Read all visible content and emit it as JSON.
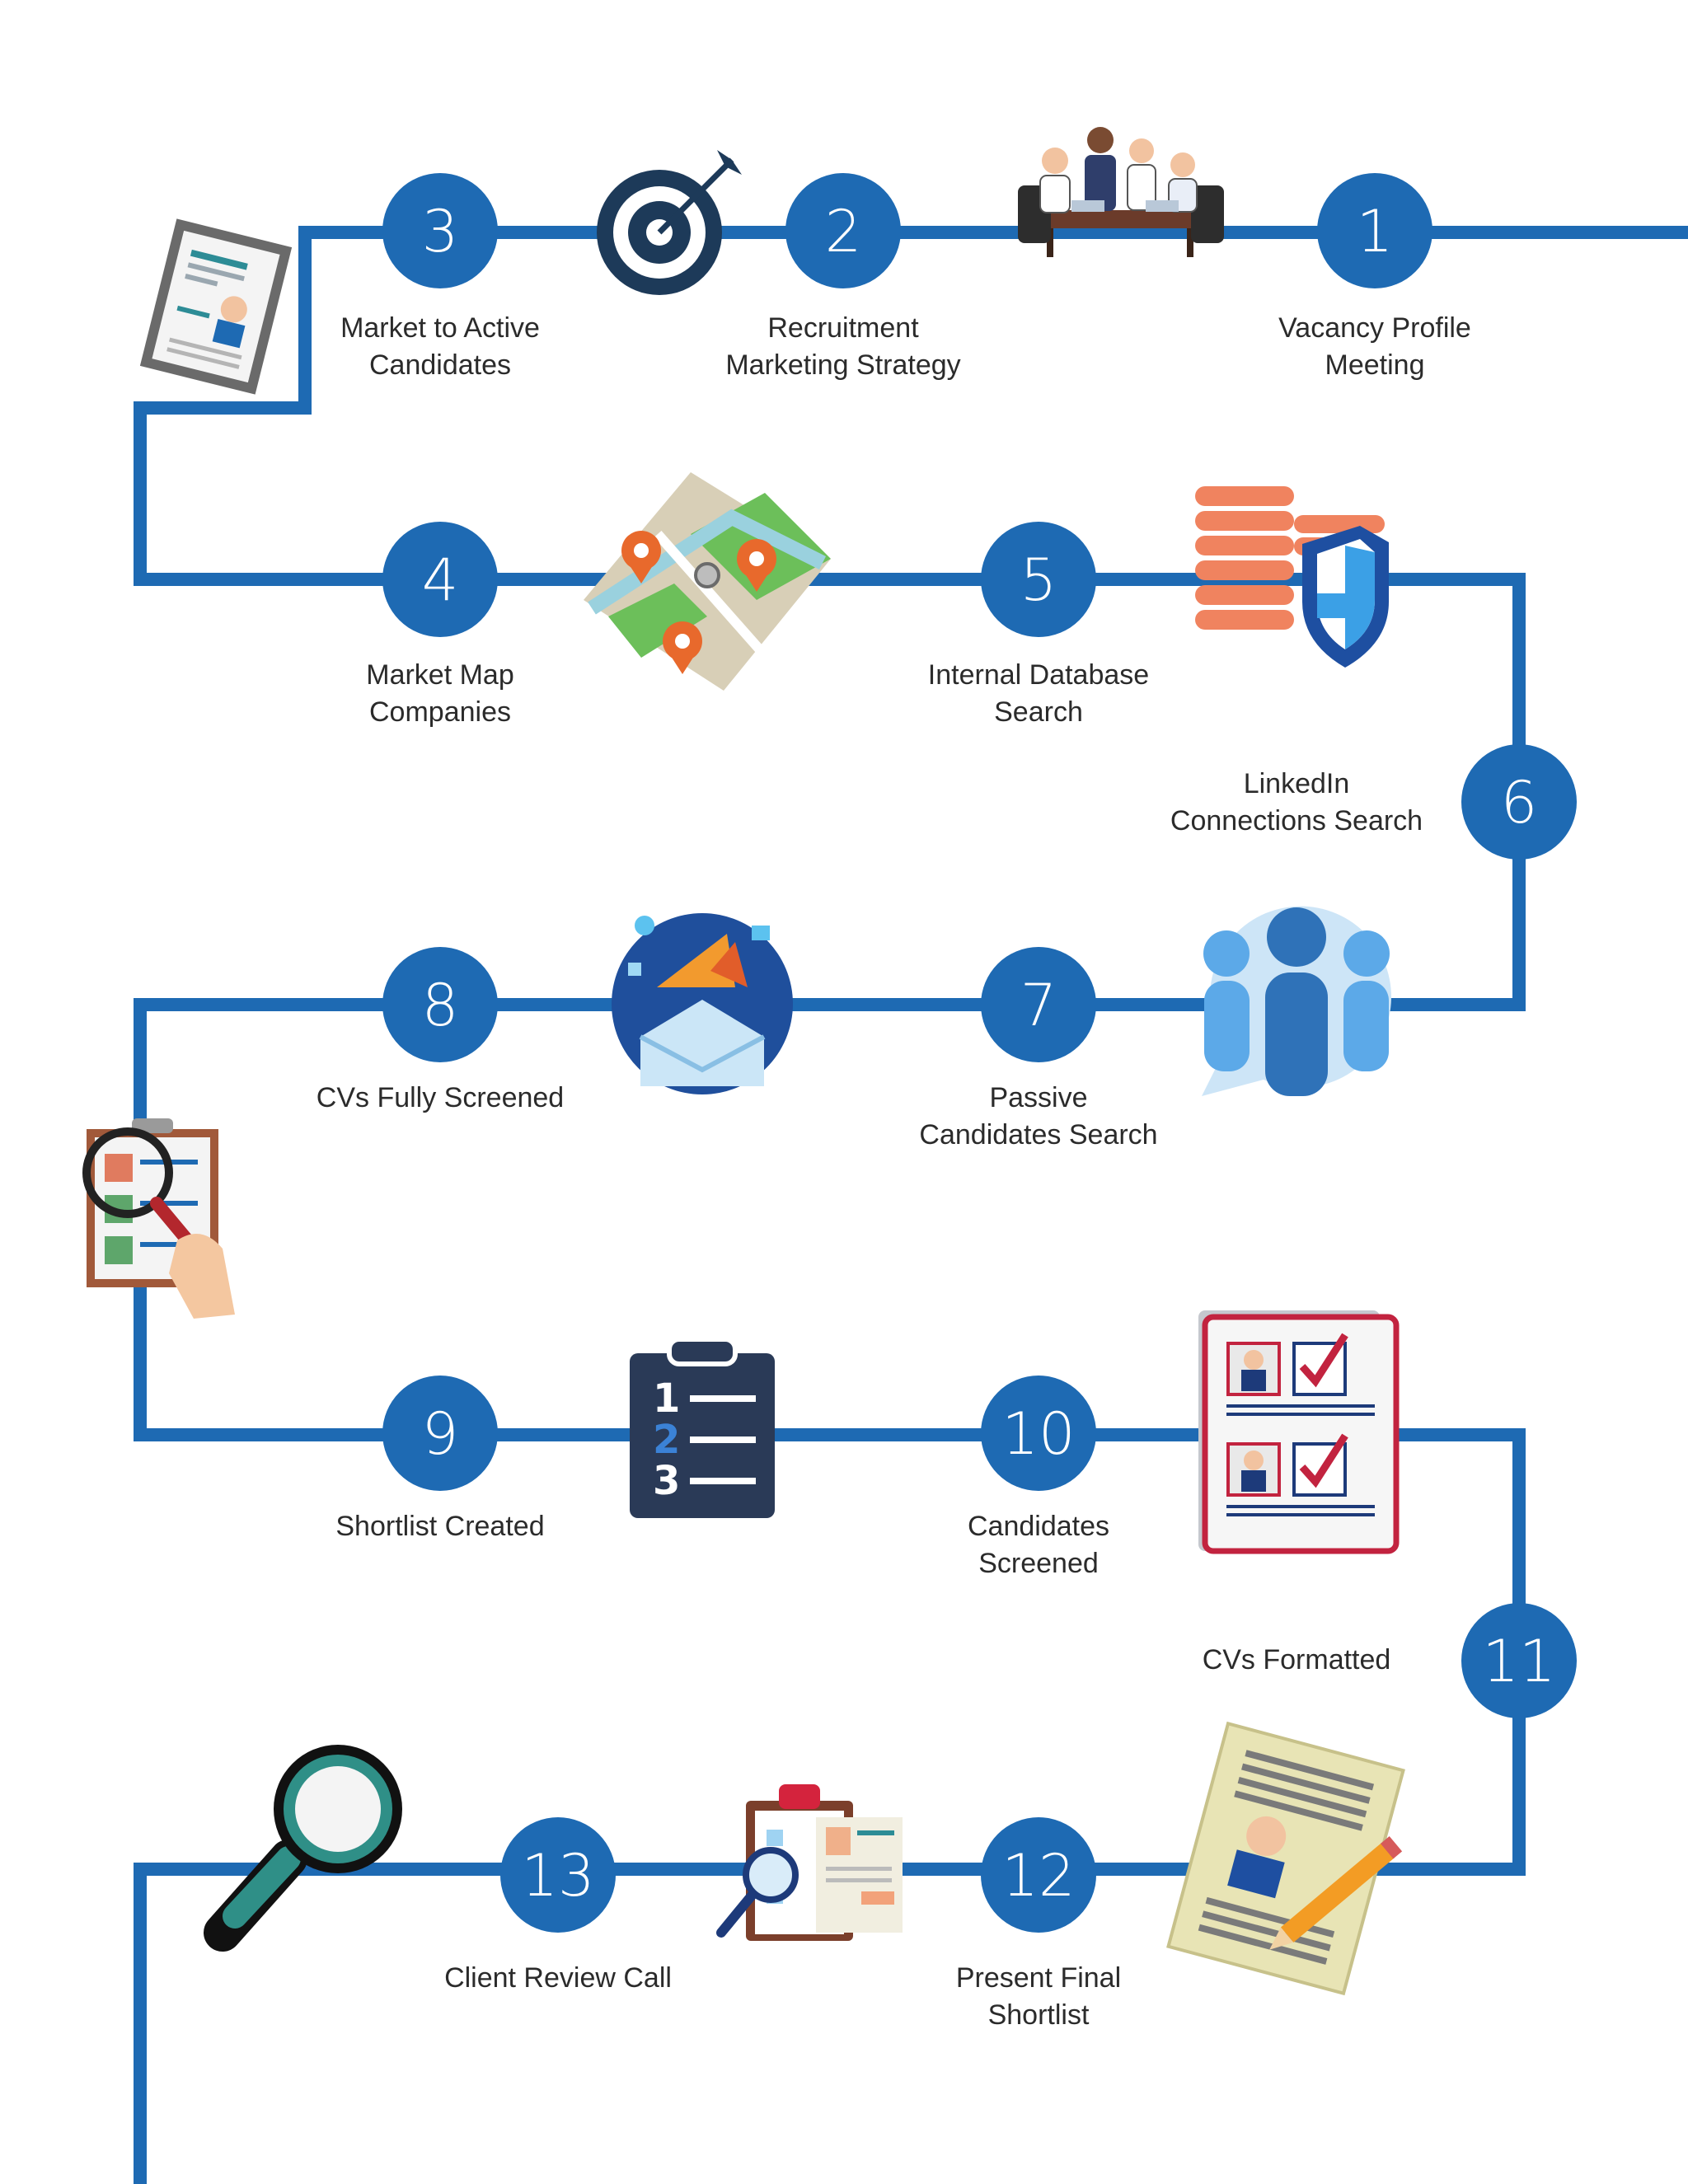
{
  "steps": [
    {
      "num": "1",
      "label": "Vacancy Profile\nMeeting"
    },
    {
      "num": "2",
      "label": "Recruitment\nMarketing Strategy"
    },
    {
      "num": "3",
      "label": "Market to Active\nCandidates"
    },
    {
      "num": "4",
      "label": "Market Map\nCompanies"
    },
    {
      "num": "5",
      "label": "Internal Database\nSearch"
    },
    {
      "num": "6",
      "label": "LinkedIn\nConnections Search"
    },
    {
      "num": "7",
      "label": "Passive\nCandidates Search"
    },
    {
      "num": "8",
      "label": "CVs Fully Screened"
    },
    {
      "num": "9",
      "label": "Shortlist Created"
    },
    {
      "num": "10",
      "label": "Candidates\nScreened"
    },
    {
      "num": "11",
      "label": "CVs Formatted"
    },
    {
      "num": "12",
      "label": "Present Final\nShortlist"
    },
    {
      "num": "13",
      "label": "Client Review Call"
    }
  ],
  "colors": {
    "line": "#1e6ab3",
    "circle": "#1e6ab3",
    "text": "#2b2b2b"
  },
  "icons": [
    "team-meeting-icon",
    "target-icon",
    "resume-document-icon",
    "map-pins-icon",
    "database-shield-icon",
    "team-chat-icon",
    "marketing-megaphone-icon",
    "cv-magnifier-icon",
    "numbered-clipboard-icon",
    "cv-checklist-icon",
    "resume-pencil-icon",
    "clipboard-search-icon",
    "magnifier-icon"
  ]
}
